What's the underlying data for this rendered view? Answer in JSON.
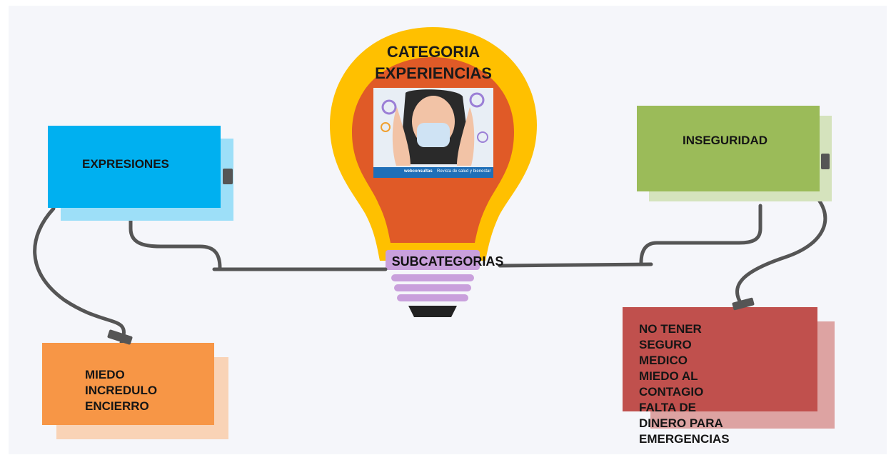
{
  "bulb": {
    "title_line1": "CATEGORIA",
    "title_line2": "EXPERIENCIAS",
    "base_label": "SUBCATEGORIAS",
    "photo_caption": "Revista de salud y bienestar",
    "photo_brand": "webconsultas"
  },
  "cards": {
    "expresiones": {
      "label": "EXPRESIONES"
    },
    "inseguridad": {
      "label": "INSEGURIDAD"
    },
    "miedo": {
      "label": "MIEDO\nINCREDULO\nENCIERRO"
    },
    "no_tener": {
      "label": "NO TENER SEGURO\nMEDICO\nMIEDO AL CONTAGIO\nFALTA DE DINERO PARA\nEMERGENCIAS"
    }
  },
  "colors": {
    "blue": "#00b0f0",
    "blue_shadow": "#9ddff8",
    "green": "#9bbb59",
    "green_shadow": "#d5e3bd",
    "orange": "#f79646",
    "orange_shadow": "#f9d3b6",
    "red": "#c0504d",
    "red_shadow": "#dda3a2",
    "bulb_outer": "#ffc000",
    "bulb_inner": "#e05a27",
    "screw": "#c9a0dc",
    "wire": "#555555"
  }
}
